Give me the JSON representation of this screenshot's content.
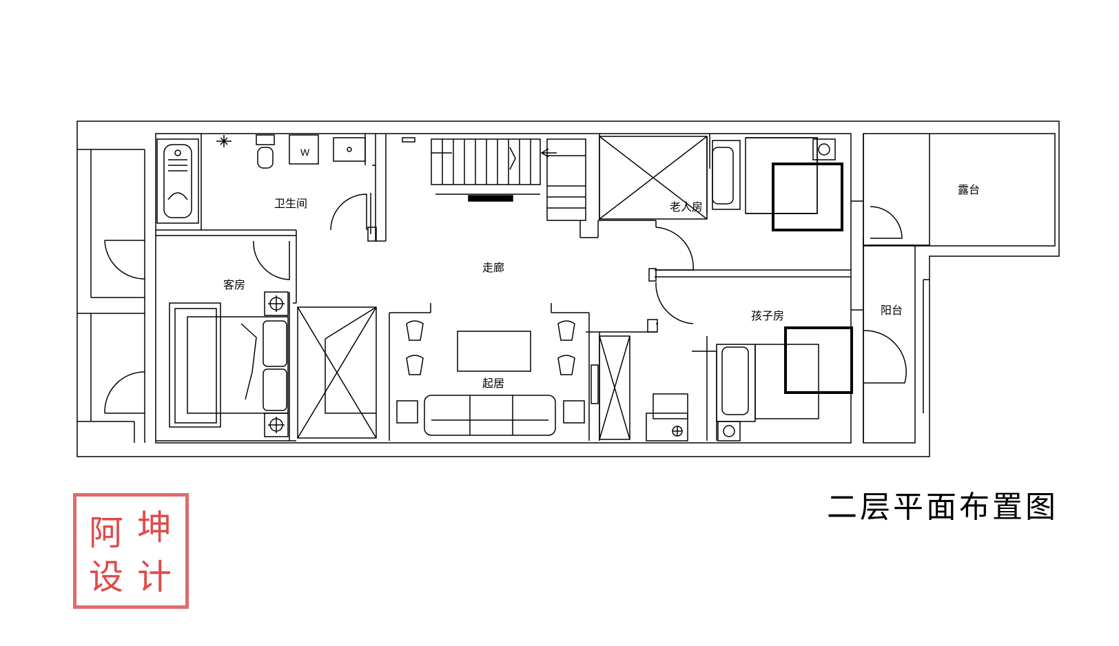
{
  "drawing_title": "二层平面布置图",
  "rooms": {
    "bathroom": "卫生间",
    "corridor": "走廊",
    "guest_room": "客房",
    "living": "起居",
    "elderly_room": "老人房",
    "child_room": "孩子房",
    "terrace": "露台",
    "balcony": "阳台"
  },
  "fixtures": {
    "washer_label": "W"
  },
  "seal": {
    "chars": [
      "阿",
      "坤",
      "设",
      "计"
    ]
  },
  "colors": {
    "line": "#000000",
    "seal": "#e04a4a",
    "background": "#ffffff"
  }
}
